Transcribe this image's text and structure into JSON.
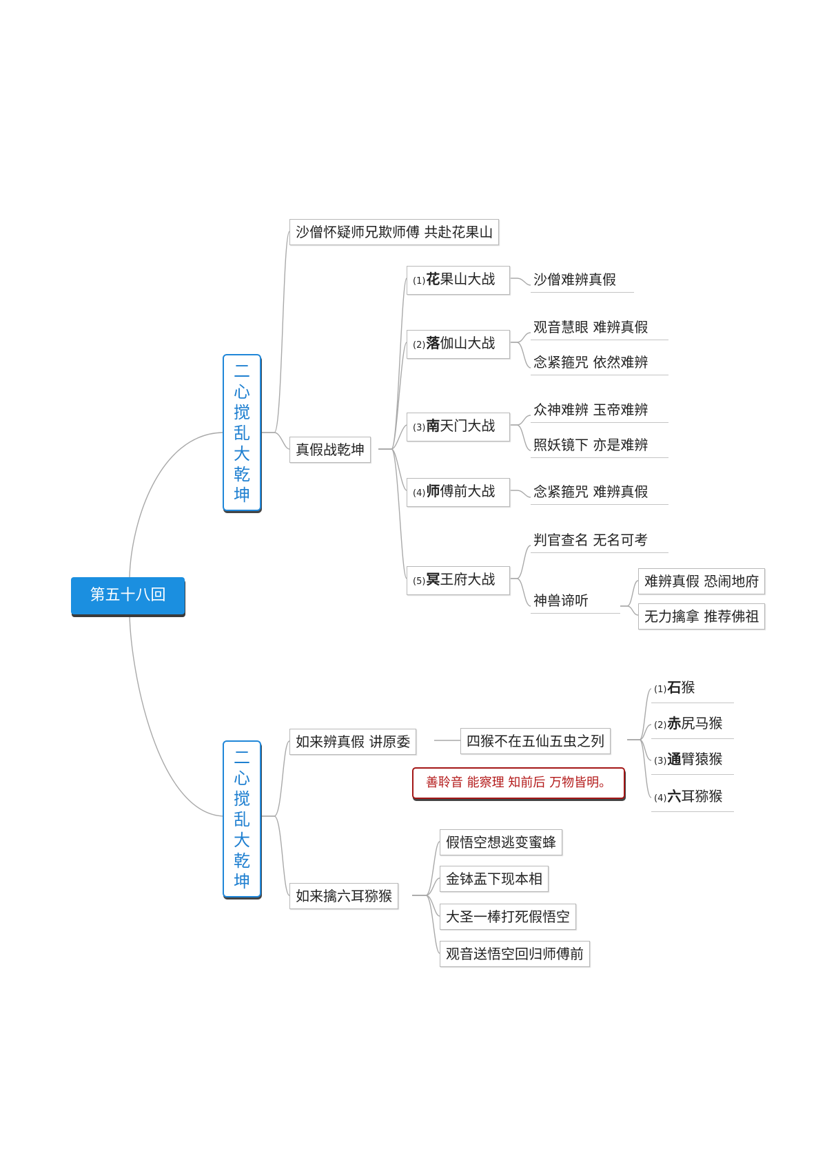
{
  "root": "第五十八回",
  "branch1": {
    "title_chars": [
      "二",
      "心",
      "搅",
      "乱",
      "大",
      "乾",
      "坤"
    ],
    "topic1": "沙僧怀疑师兄欺师傅 共赴花果山",
    "topic2": "真假战乾坤",
    "battles": [
      {
        "num": "(1)",
        "first": "花",
        "rest": "果山大战",
        "details": [
          "沙僧难辨真假"
        ]
      },
      {
        "num": "(2)",
        "first": "落",
        "rest": "伽山大战",
        "details": [
          "观音慧眼 难辨真假",
          "念紧箍咒 依然难辨"
        ]
      },
      {
        "num": "(3)",
        "first": "南",
        "rest": "天门大战",
        "details": [
          "众神难辨 玉帝难辨",
          "照妖镜下 亦是难辨"
        ]
      },
      {
        "num": "(4)",
        "first": "师",
        "rest": "傅前大战",
        "details": [
          "念紧箍咒 难辨真假"
        ]
      },
      {
        "num": "(5)",
        "first": "冥",
        "rest": "王府大战",
        "details": [
          "判官查名 无名可考",
          "神兽谛听"
        ],
        "sub": [
          "难辨真假 恐闹地府",
          "无力擒拿 推荐佛祖"
        ]
      }
    ]
  },
  "branch2": {
    "title_chars": [
      "二",
      "心",
      "搅",
      "乱",
      "大",
      "乾",
      "坤"
    ],
    "topic1": "如来辨真假 讲原委",
    "topic1_child": "四猴不在五仙五虫之列",
    "monkeys": [
      {
        "num": "(1)",
        "first": "石",
        "rest": "猴"
      },
      {
        "num": "(2)",
        "first": "赤",
        "rest": "尻马猴"
      },
      {
        "num": "(3)",
        "first": "通",
        "rest": "臂猿猴"
      },
      {
        "num": "(4)",
        "first": "六",
        "rest": "耳猕猴"
      }
    ],
    "note": "善聆音 能察理 知前后 万物皆明。",
    "topic2": "如来擒六耳猕猴",
    "topic2_children": [
      "假悟空想逃变蜜蜂",
      "金钵盂下现本相",
      "大圣一棒打死假悟空",
      "观音送悟空回归师傅前"
    ]
  }
}
